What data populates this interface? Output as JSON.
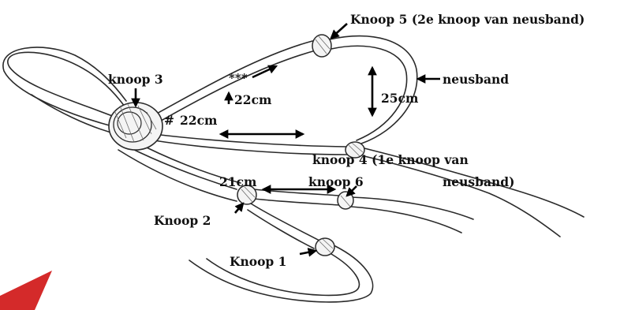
{
  "labels": {
    "knoop5": "Knoop 5 (2e knoop van neusband)",
    "neusband": "neusband",
    "knoop3": "knoop 3",
    "stars": "***",
    "len22a": "22cm",
    "len25": "25cm",
    "hash": "#",
    "len22b": "22cm",
    "knoop4_line1": "knoop 4 (1e knoop van",
    "knoop4_line2": "neusband)",
    "len21": "21cm",
    "knoop6": "knoop 6",
    "knoop2": "Knoop 2",
    "knoop1": "Knoop 1"
  },
  "colors": {
    "accent": "#d42a2a",
    "rope": "#2a2a2a",
    "text": "#111111"
  }
}
